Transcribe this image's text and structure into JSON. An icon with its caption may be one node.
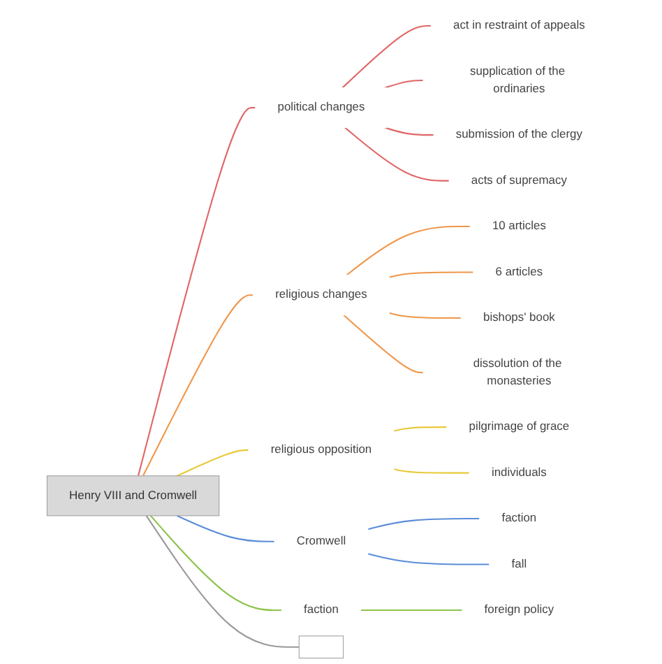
{
  "diagram": {
    "nodes": [
      {
        "text": [
          "Henry VIII and Cromwell"
        ]
      },
      {
        "text": [
          "political changes"
        ]
      },
      {
        "text": [
          "act in restraint of appeals"
        ]
      },
      {
        "text": [
          "supplication of the ordinaries"
        ]
      },
      {
        "text": [
          "submission of the clergy"
        ]
      },
      {
        "text": [
          "acts of supremacy"
        ]
      },
      {
        "text": [
          "religious changes"
        ]
      },
      {
        "text": [
          "10 articles"
        ]
      },
      {
        "text": [
          "6 articles"
        ]
      },
      {
        "text": [
          "bishops' book"
        ]
      },
      {
        "text": [
          "dissolution of the monasteries"
        ]
      },
      {
        "text": [
          "religious opposition"
        ]
      },
      {
        "text": [
          "pilgrimage of grace"
        ]
      },
      {
        "text": [
          "individuals"
        ]
      },
      {
        "text": [
          "Cromwell"
        ]
      },
      {
        "text": [
          "faction"
        ]
      },
      {
        "text": [
          "fall"
        ]
      },
      {
        "text": [
          "faction"
        ]
      },
      {
        "text": [
          "foreign policy"
        ]
      },
      {
        "text": [],
        "shape": "box"
      }
    ],
    "edges": [
      {
        "from": 0,
        "to": 1,
        "arrow": "none",
        "color": "#e06666"
      },
      {
        "from": 1,
        "to": 2,
        "arrow": "none",
        "color": "#e06666"
      },
      {
        "from": 1,
        "to": 3,
        "arrow": "none",
        "color": "#e06666"
      },
      {
        "from": 1,
        "to": 4,
        "arrow": "none",
        "color": "#e06666"
      },
      {
        "from": 1,
        "to": 5,
        "arrow": "none",
        "color": "#e06666"
      },
      {
        "from": 0,
        "to": 6,
        "arrow": "none",
        "color": "#f0964a"
      },
      {
        "from": 6,
        "to": 7,
        "arrow": "none",
        "color": "#f0964a"
      },
      {
        "from": 6,
        "to": 8,
        "arrow": "none",
        "color": "#f0964a"
      },
      {
        "from": 6,
        "to": 9,
        "arrow": "none",
        "color": "#f0964a"
      },
      {
        "from": 6,
        "to": 10,
        "arrow": "none",
        "color": "#f0964a"
      },
      {
        "from": 0,
        "to": 11,
        "arrow": "none",
        "color": "#e8c93a"
      },
      {
        "from": 11,
        "to": 12,
        "arrow": "none",
        "color": "#e8c93a"
      },
      {
        "from": 11,
        "to": 13,
        "arrow": "none",
        "color": "#e8c93a"
      },
      {
        "from": 0,
        "to": 14,
        "arrow": "none",
        "color": "#5b8dd9"
      },
      {
        "from": 14,
        "to": 15,
        "arrow": "none",
        "color": "#5b8dd9"
      },
      {
        "from": 14,
        "to": 16,
        "arrow": "none",
        "color": "#5b8dd9"
      },
      {
        "from": 0,
        "to": 17,
        "arrow": "none",
        "color": "#8bc34a"
      },
      {
        "from": 17,
        "to": 18,
        "arrow": "none",
        "color": "#8bc34a"
      },
      {
        "from": 0,
        "to": 19,
        "arrow": "none"
      }
    ]
  }
}
